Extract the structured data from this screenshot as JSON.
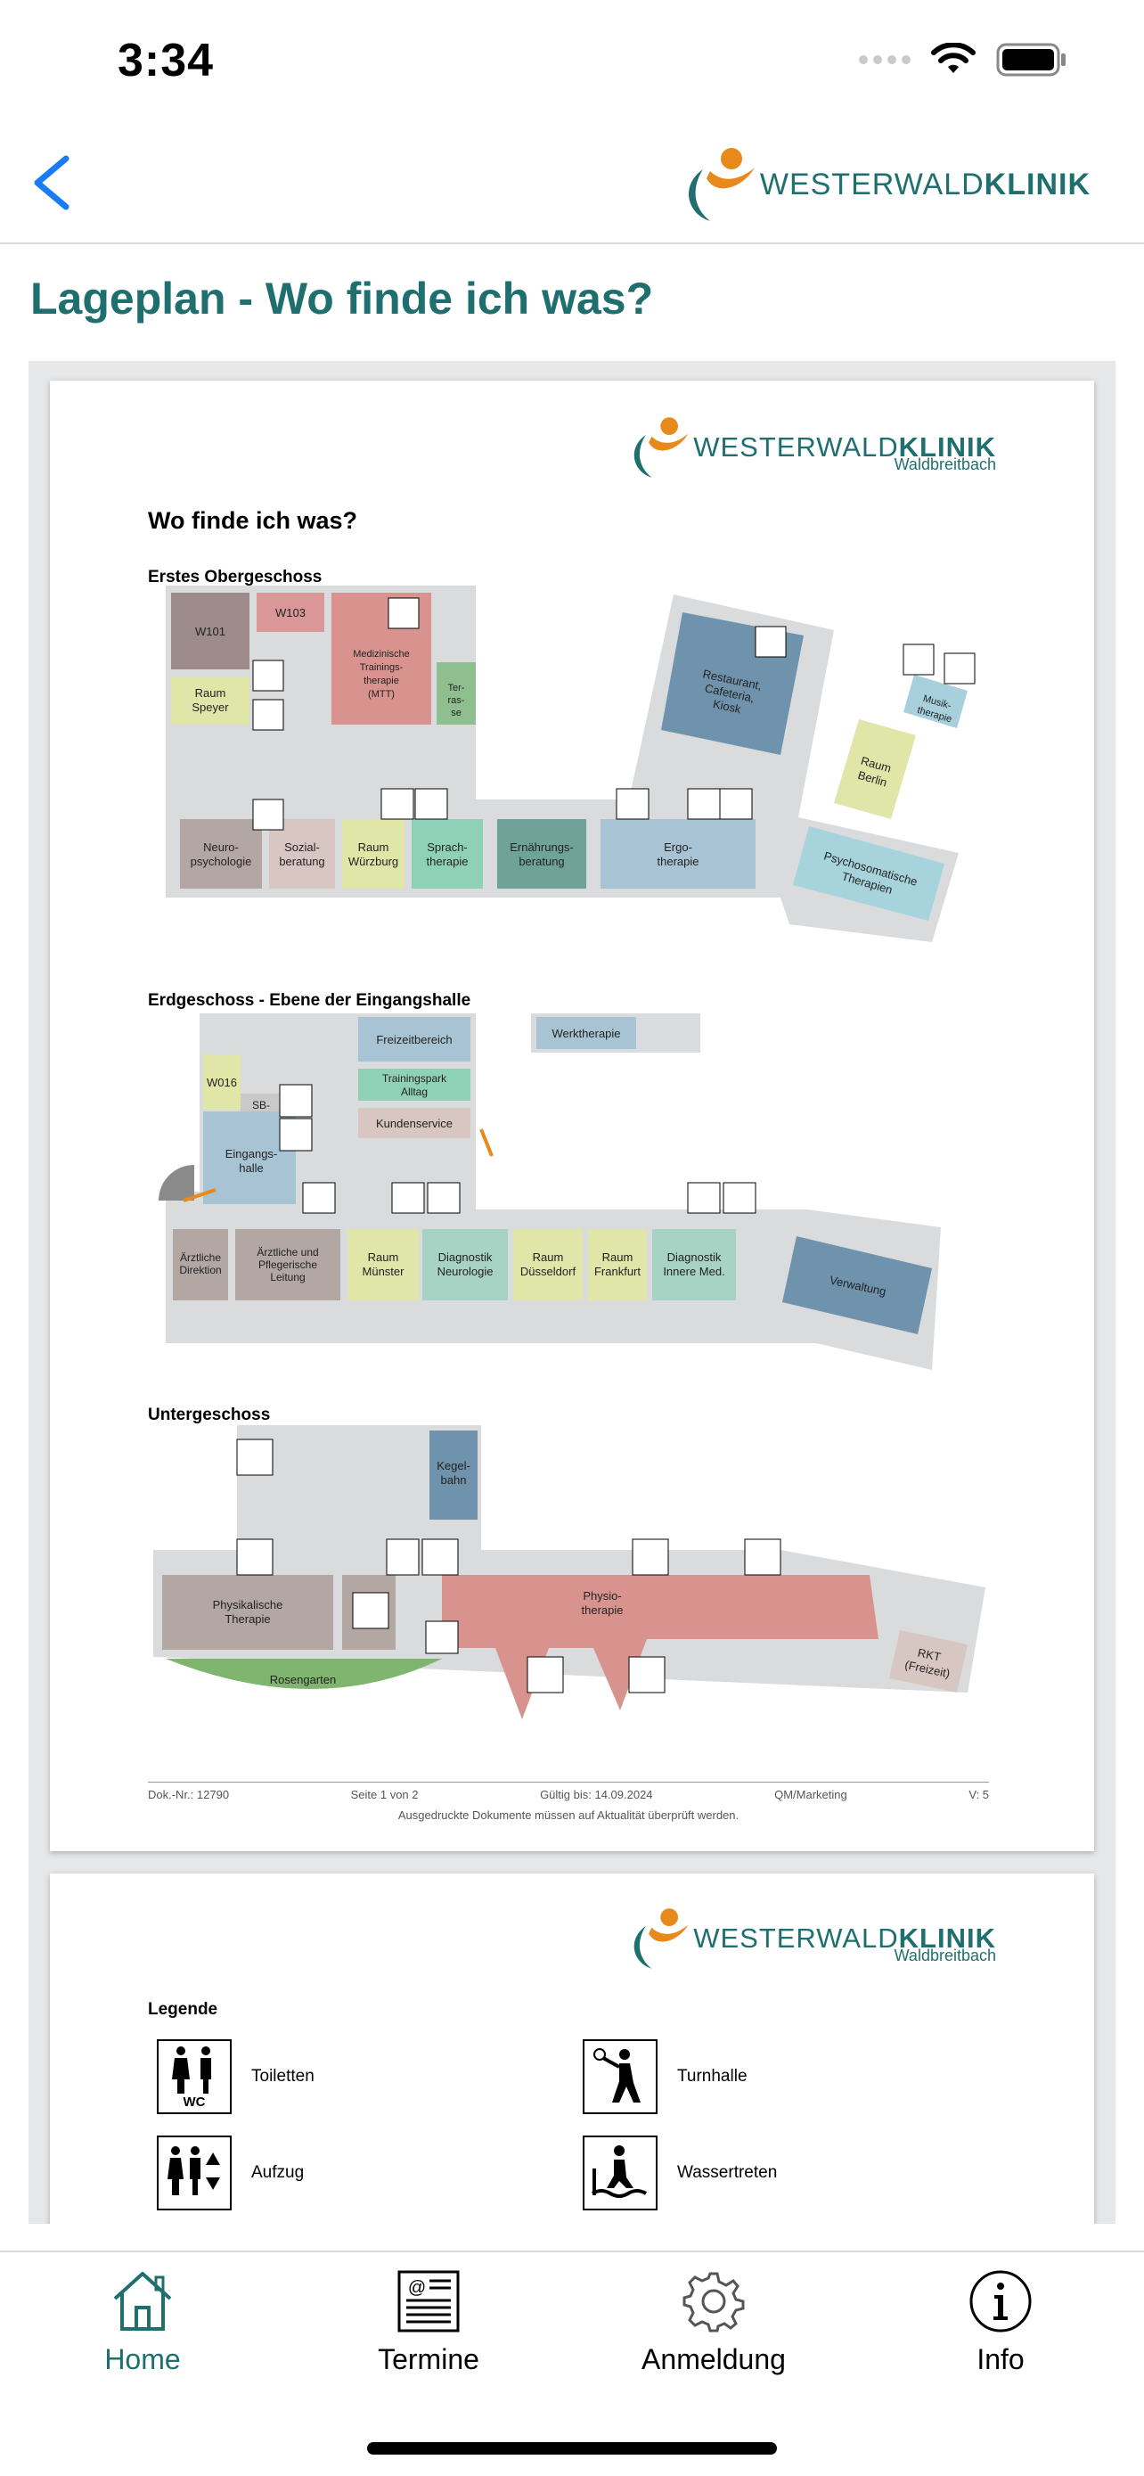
{
  "status_bar": {
    "time": "3:34"
  },
  "header": {
    "logo_left": "WESTERWALD",
    "logo_right": "KLINIK"
  },
  "page_title": "Lageplan - Wo finde ich was?",
  "document": {
    "logo_left": "WESTERWALD",
    "logo_right": "KLINIK",
    "logo_sub": "Waldbreitbach",
    "heading": "Wo finde ich was?",
    "floors": {
      "upper": {
        "title": "Erstes Obergeschoss",
        "rooms": [
          "W101",
          "W103",
          "Medizinische Trainings- therapie (MTT)",
          "Ter- ras- se",
          "Raum Speyer",
          "Neuro- psychologie",
          "Sozial- beratung",
          "Raum Würzburg",
          "Sprach- therapie",
          "Ernährungs- beratung",
          "Ergo- therapie",
          "Restaurant, Cafeteria, Kiosk",
          "Musik- therapie",
          "Raum Berlin",
          "Psychosomatische Therapien"
        ]
      },
      "ground": {
        "title": "Erdgeschoss - Ebene der Eingangshalle",
        "rooms": [
          "Freizeitbereich",
          "Trainingspark Alltag",
          "Kundenservice",
          "Werktherapie",
          "W016",
          "SB- Kiosk",
          "Eingangs- halle",
          "Ärztliche Direktion",
          "Ärztliche und Pflegerische Leitung",
          "Raum Münster",
          "Diagnostik Neurologie",
          "Raum Düsseldorf",
          "Raum Frankfurt",
          "Diagnostik Innere Med.",
          "Verwaltung"
        ]
      },
      "basement": {
        "title": "Untergeschoss",
        "rooms": [
          "Kegel- bahn",
          "Physikalische Therapie",
          "Physio- therapie",
          "RKT (Freizeit)",
          "Rosengarten"
        ]
      }
    },
    "footer": {
      "doc_nr": "Dok.-Nr.: 12790",
      "page": "Seite 1 von 2",
      "valid": "Gültig bis: 14.09.2024",
      "dept": "QM/Marketing",
      "version": "V: 5",
      "note": "Ausgedruckte Dokumente müssen auf Aktualität überprüft werden."
    },
    "legend": {
      "title": "Legende",
      "items": [
        {
          "label": "Toiletten",
          "icon": "wc-icon"
        },
        {
          "label": "Turnhalle",
          "icon": "gym-icon"
        },
        {
          "label": "Aufzug",
          "icon": "elevator-icon"
        },
        {
          "label": "Wassertreten",
          "icon": "water-walking-icon"
        }
      ],
      "wc_text": "WC"
    }
  },
  "tabs": [
    {
      "label": "Home",
      "icon": "home-icon",
      "active": true
    },
    {
      "label": "Termine",
      "icon": "calendar-list-icon",
      "active": false
    },
    {
      "label": "Anmeldung",
      "icon": "gear-icon",
      "active": false
    },
    {
      "label": "Info",
      "icon": "info-icon",
      "active": false
    }
  ],
  "colors": {
    "accent": "#1f6f6f",
    "brand_orange": "#e8891c",
    "ios_blue": "#1a7cf4"
  }
}
